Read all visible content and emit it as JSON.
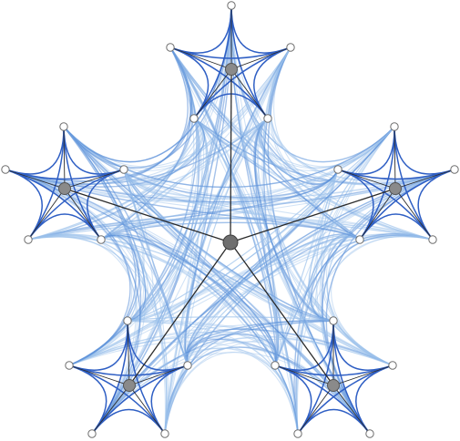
{
  "diagram": {
    "kind": "hierarchical edge bundling network",
    "colors": {
      "background": "#ffffff",
      "bundle_light": "#9cc0ea",
      "bundle_mid": "#5b8fd8",
      "star_edge": "#2f5fc4",
      "hub_edge": "#2b2b2b",
      "leaf_node_fill": "#ffffff",
      "leaf_node_stroke": "#6e6e6e",
      "hub_node_fill": "#8a8a8a"
    },
    "clusters": [
      {
        "id": "top",
        "leaves": 5
      },
      {
        "id": "upper-right",
        "leaves": 5
      },
      {
        "id": "lower-right",
        "leaves": 5
      },
      {
        "id": "lower-left",
        "leaves": 5
      },
      {
        "id": "upper-left",
        "leaves": 5
      }
    ],
    "center_hub": {
      "id": "center",
      "links_to_clusters": 5
    }
  }
}
